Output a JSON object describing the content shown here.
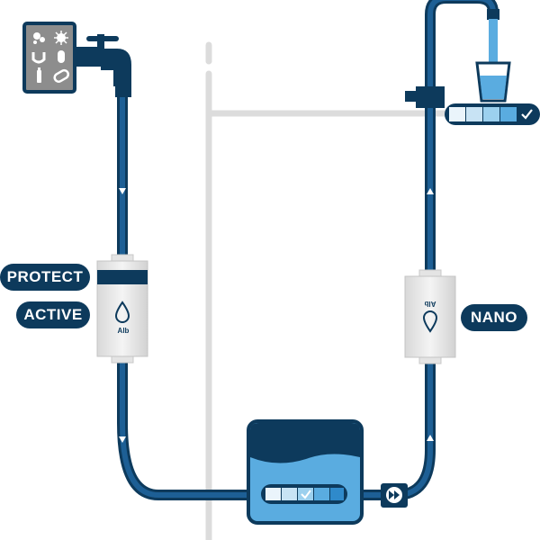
{
  "labels": {
    "protect": "PROTECT",
    "active": "ACTIVE",
    "nano": "NANO"
  },
  "filters": {
    "left_brand": "Alb",
    "right_brand": "Alb"
  },
  "icons": {
    "contaminant_panel": [
      "bacteria-icon",
      "virus-icon",
      "magnet-icon",
      "pill-icon",
      "bottle-icon",
      "capsule-icon"
    ],
    "flow_arrows": [
      "down-arrow-icon",
      "up-arrow-icon"
    ],
    "pump_indicator": "fast-forward-icon",
    "quality_check": "checkmark-icon"
  },
  "colors": {
    "navy": "#0d3a5c",
    "pipe_blue": "#1d5f95",
    "water_blue": "#5aace0",
    "light_blue": "#9cd0ee",
    "track_gray": "#dcdcdc",
    "panel_gray": "#8d8d8d",
    "filter_gray": "#e9e9e9"
  }
}
